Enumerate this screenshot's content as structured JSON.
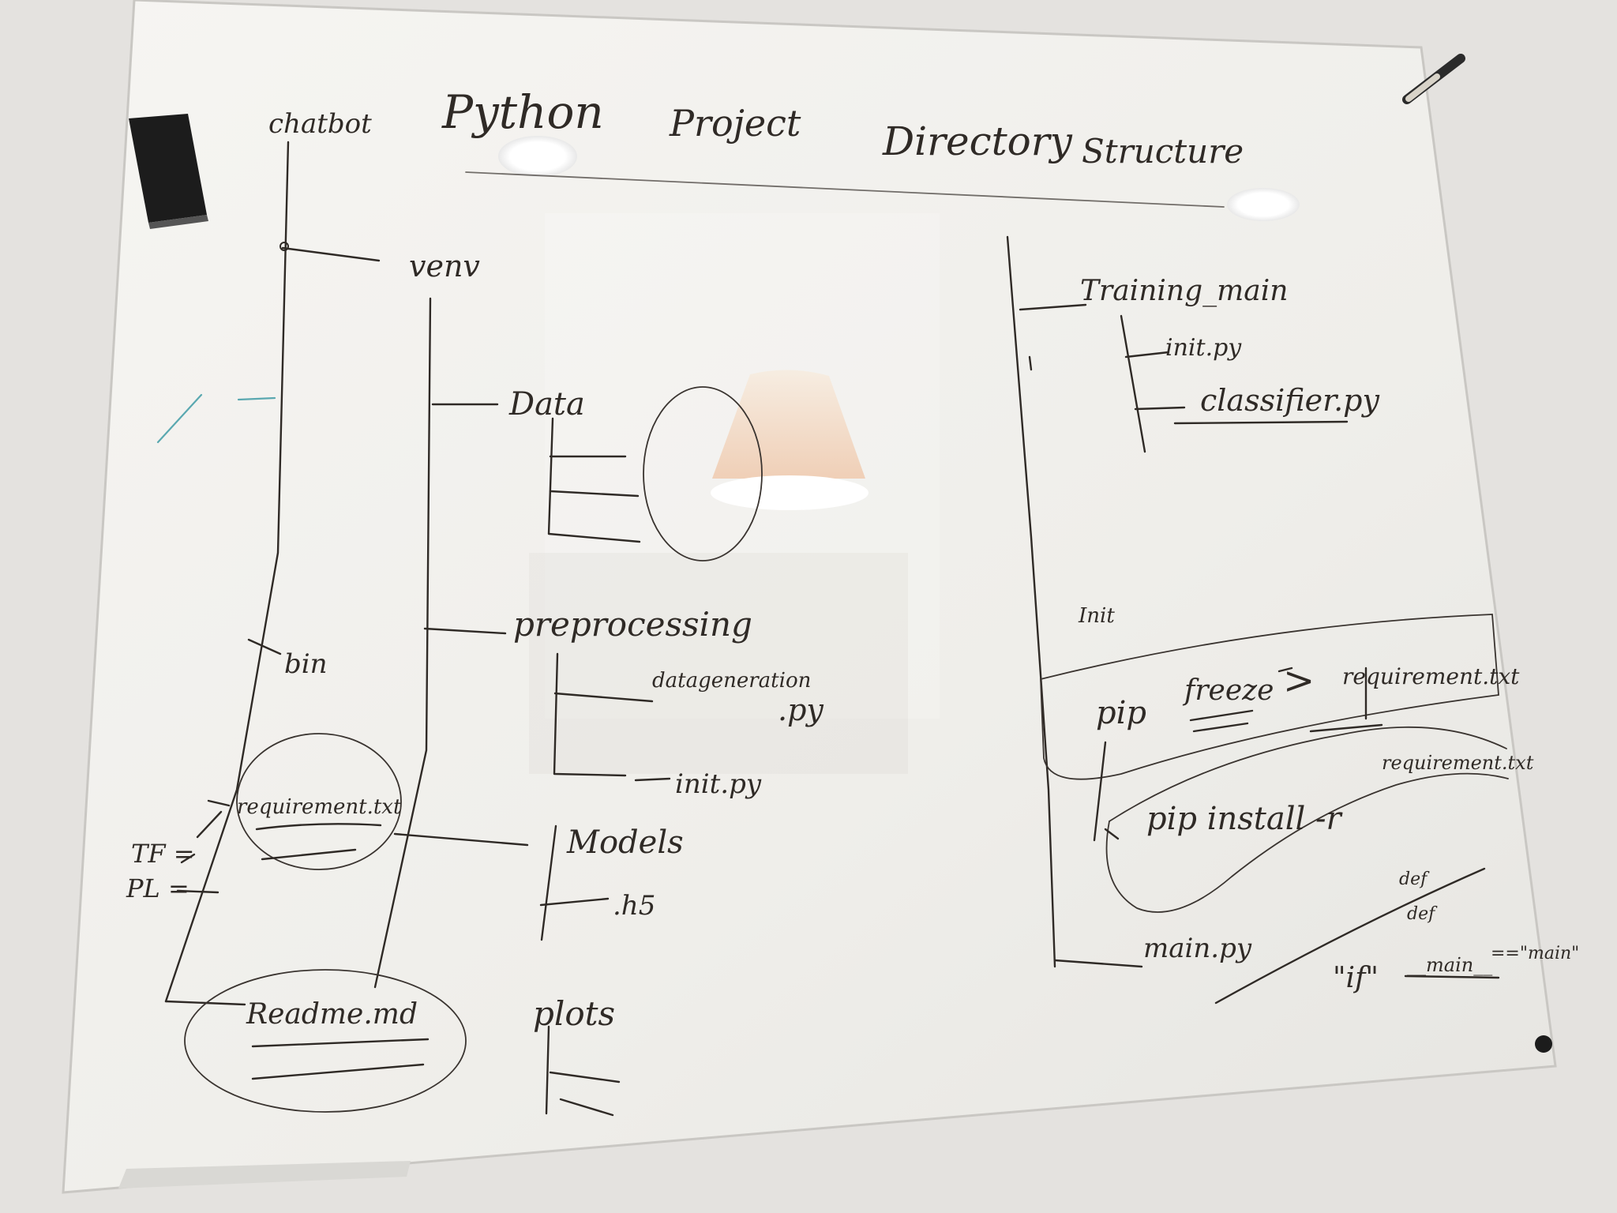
{
  "whiteboard": {
    "title_parts": [
      "chatbot",
      "Python",
      "Project",
      "Directory",
      "Structure"
    ],
    "left_tree": {
      "root": "chatbot",
      "venv": "venv",
      "data": "Data",
      "preprocessing": "preprocessing",
      "datageneration": "datageneration",
      "datageneration_ext": ".py",
      "init_preproc": "init.py",
      "models": "Models",
      "models_child": ".h5",
      "plots": "plots",
      "bin": "bin",
      "requirements": "requirement.txt",
      "tf": "TF =",
      "pl": "PL =",
      "readme": "Readme.md"
    },
    "right_tree": {
      "training": "Training_main",
      "init": "init.py",
      "classifier": "classifier.py",
      "init_text": "Init",
      "pip_freeze_pip": "pip",
      "pip_freeze_cmd": "freeze",
      "pip_freeze_target": "requirement.txt",
      "pip_install": "pip install -r",
      "pip_install_target": "requirement.txt",
      "main": "main.py",
      "if_stmt": "\"if\"",
      "main_guard": "__main__",
      "main_guard_eq": "==\"main\"",
      "scribble_a": "def",
      "scribble_b": "def"
    }
  },
  "colors": {
    "wall": "#e4e2df",
    "board": "#f2f1ee",
    "ink": "#2f2a26",
    "teal_ink": "#5aa8b0",
    "eraser": "#1c1c1c",
    "reflection_lamp": "#f5d9c2"
  },
  "icons": {
    "eraser": "eraser-icon",
    "marker": "marker-icon"
  }
}
